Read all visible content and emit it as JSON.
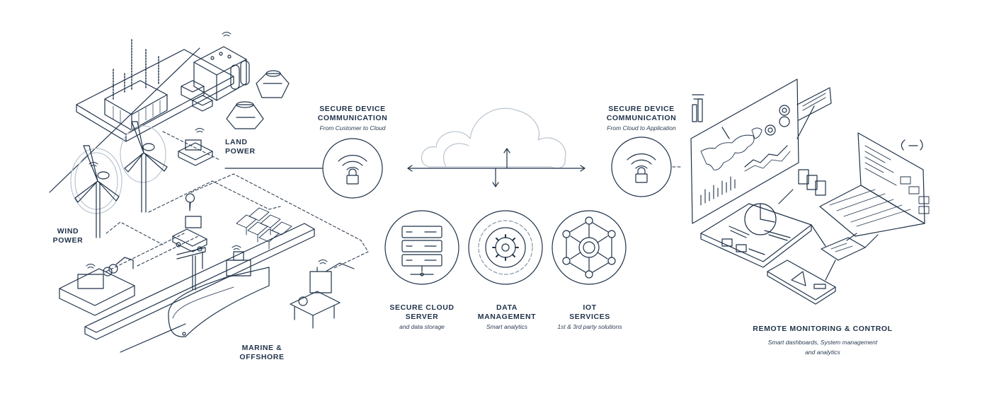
{
  "colors": {
    "ink": "#1f3249",
    "cloud": "#b9c4d0",
    "background": "#ffffff"
  },
  "labels": {
    "land_power": {
      "line1": "LAND",
      "line2": "POWER"
    },
    "wind_power": {
      "line1": "WIND",
      "line2": "POWER"
    },
    "marine": {
      "line1": "MARINE &",
      "line2": "OFFSHORE"
    },
    "secure_left": {
      "line1": "SECURE DEVICE",
      "line2": "COMMUNICATION",
      "sub": "From Customer to Cloud"
    },
    "secure_right": {
      "line1": "SECURE DEVICE",
      "line2": "COMMUNICATION",
      "sub": "From Cloud to Application"
    },
    "cloud_server": {
      "line1": "SECURE CLOUD",
      "line2": "SERVER",
      "sub": "and data storage"
    },
    "data_mgmt": {
      "line1": "DATA",
      "line2": "MANAGEMENT",
      "sub": "Smart analytics"
    },
    "iot": {
      "line1": "IOT",
      "line2": "SERVICES",
      "sub": "1st & 3rd party solutions"
    },
    "remote": {
      "line1": "REMOTE MONITORING & CONTROL",
      "sub1": "Smart dashboards, System management",
      "sub2": "and analytics"
    }
  },
  "icons": [
    "wifi-lock-icon",
    "cloud-icon",
    "server-icon",
    "gear-icon",
    "hub-network-icon",
    "world-map-icon",
    "laptop-icon",
    "tablet-icon",
    "phone-icon"
  ]
}
